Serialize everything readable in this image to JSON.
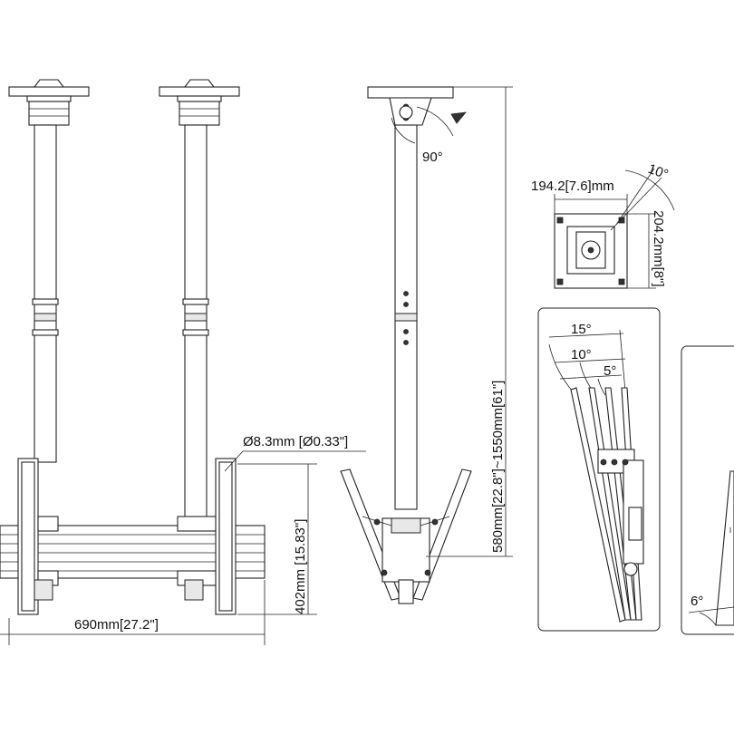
{
  "dimensions": {
    "hole_diameter": "Ø8.3mm [Ø0.33\"]",
    "width": "690mm[27.2\"]",
    "height_402": "402mm [15.83\"]",
    "pole_height": "580mm[22.8\"]~1550mm[61\"]",
    "rotation": "90°",
    "plate_width": "194.2[7.6]mm",
    "plate_height": "204.2mm[8\"]",
    "plate_tilt": "10°",
    "tilt_15": "15°",
    "tilt_10": "10°",
    "tilt_5": "5°",
    "tilt_6": "6°"
  }
}
